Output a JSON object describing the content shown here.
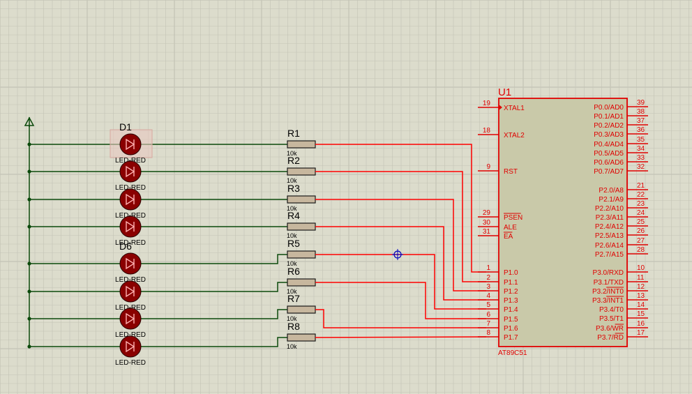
{
  "colors": {
    "background": "#dcdccc",
    "grid": "#c3c3b6",
    "wire_green": "#0b4a0b",
    "wire_red": "#ff0000",
    "component_red": "#e00000",
    "chip_fill": "#c9c9a9",
    "resistor_fill": "#c7b79e",
    "led_fill": "#8a0000",
    "label": "#000000",
    "cursor": "#0000c0"
  },
  "chip": {
    "ref": "U1",
    "part": "AT89C51",
    "pins_left": [
      {
        "num": "19",
        "name": "XTAL1"
      },
      {
        "num": "18",
        "name": "XTAL2"
      },
      {
        "num": "9",
        "name": "RST"
      },
      {
        "num": "29",
        "name": "PSEN"
      },
      {
        "num": "30",
        "name": "ALE"
      },
      {
        "num": "31",
        "name": "EA"
      },
      {
        "num": "1",
        "name": "P1.0"
      },
      {
        "num": "2",
        "name": "P1.1"
      },
      {
        "num": "3",
        "name": "P1.2"
      },
      {
        "num": "4",
        "name": "P1.3"
      },
      {
        "num": "5",
        "name": "P1.4"
      },
      {
        "num": "6",
        "name": "P1.5"
      },
      {
        "num": "7",
        "name": "P1.6"
      },
      {
        "num": "8",
        "name": "P1.7"
      }
    ],
    "pins_right": [
      {
        "num": "39",
        "name": "P0.0/AD0"
      },
      {
        "num": "38",
        "name": "P0.1/AD1"
      },
      {
        "num": "37",
        "name": "P0.2/AD2"
      },
      {
        "num": "36",
        "name": "P0.3/AD3"
      },
      {
        "num": "35",
        "name": "P0.4/AD4"
      },
      {
        "num": "34",
        "name": "P0.5/AD5"
      },
      {
        "num": "33",
        "name": "P0.6/AD6"
      },
      {
        "num": "32",
        "name": "P0.7/AD7"
      },
      {
        "num": "21",
        "name": "P2.0/A8"
      },
      {
        "num": "22",
        "name": "P2.1/A9"
      },
      {
        "num": "23",
        "name": "P2.2/A10"
      },
      {
        "num": "24",
        "name": "P2.3/A11"
      },
      {
        "num": "25",
        "name": "P2.4/A12"
      },
      {
        "num": "26",
        "name": "P2.5/A13"
      },
      {
        "num": "27",
        "name": "P2.6/A14"
      },
      {
        "num": "28",
        "name": "P2.7/A15"
      },
      {
        "num": "10",
        "name": "P3.0/RXD"
      },
      {
        "num": "11",
        "name": "P3.1/TXD"
      },
      {
        "num": "12",
        "name": "P3.2/INT0"
      },
      {
        "num": "13",
        "name": "P3.3/INT1"
      },
      {
        "num": "14",
        "name": "P3.4/T0"
      },
      {
        "num": "15",
        "name": "P3.5/T1"
      },
      {
        "num": "16",
        "name": "P3.6/WR"
      },
      {
        "num": "17",
        "name": "P3.7/RD"
      }
    ]
  },
  "resistors": [
    {
      "ref": "R1",
      "value": "10k"
    },
    {
      "ref": "R2",
      "value": "10k"
    },
    {
      "ref": "R3",
      "value": "10k"
    },
    {
      "ref": "R4",
      "value": "10k"
    },
    {
      "ref": "R5",
      "value": "10k"
    },
    {
      "ref": "R6",
      "value": "10k"
    },
    {
      "ref": "R7",
      "value": "10k"
    },
    {
      "ref": "R8",
      "value": "10k"
    }
  ],
  "leds": [
    {
      "ref": "D1",
      "part": "LED-RED"
    },
    {
      "ref": "",
      "part": "LED-RED"
    },
    {
      "ref": "",
      "part": "LED-RED"
    },
    {
      "ref": "",
      "part": "LED-RED"
    },
    {
      "ref": "D6",
      "part": "LED-RED"
    },
    {
      "ref": "",
      "part": "LED-RED"
    },
    {
      "ref": "",
      "part": "LED-RED"
    },
    {
      "ref": "",
      "part": "LED-RED"
    }
  ]
}
